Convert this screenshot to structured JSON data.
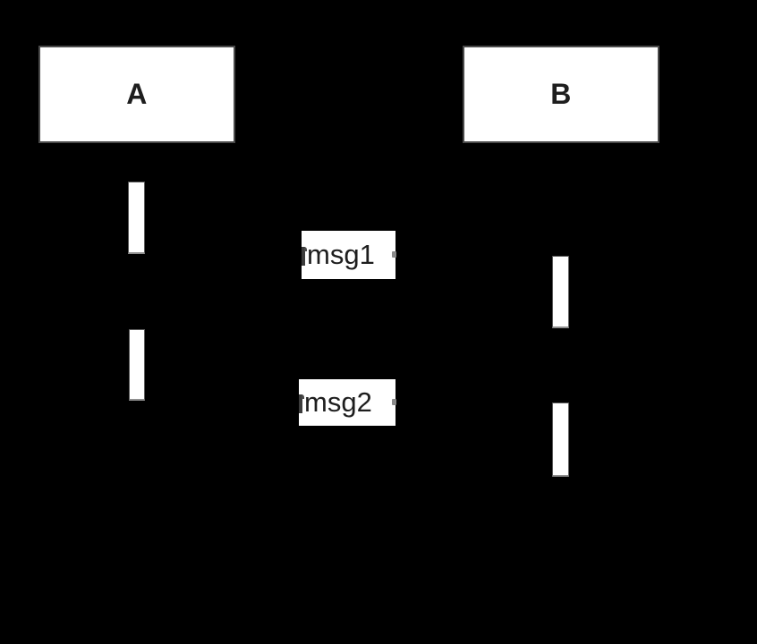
{
  "diagram": {
    "type": "uml-sequence-diagram",
    "background_color": "#000000",
    "shape_fill_color": "#ffffff",
    "shape_border_color": "#4a4a4a",
    "text_color": "#1e1e1e",
    "participants": [
      {
        "id": "A",
        "label": "A"
      },
      {
        "id": "B",
        "label": "B"
      }
    ],
    "activations": [
      {
        "participant": "A",
        "index": 1
      },
      {
        "participant": "A",
        "index": 2
      },
      {
        "participant": "B",
        "index": 1
      },
      {
        "participant": "B",
        "index": 2
      }
    ],
    "messages": [
      {
        "label": "msg1",
        "from": "A",
        "to": "B"
      },
      {
        "label": "msg2",
        "from": "A",
        "to": "B"
      }
    ]
  }
}
